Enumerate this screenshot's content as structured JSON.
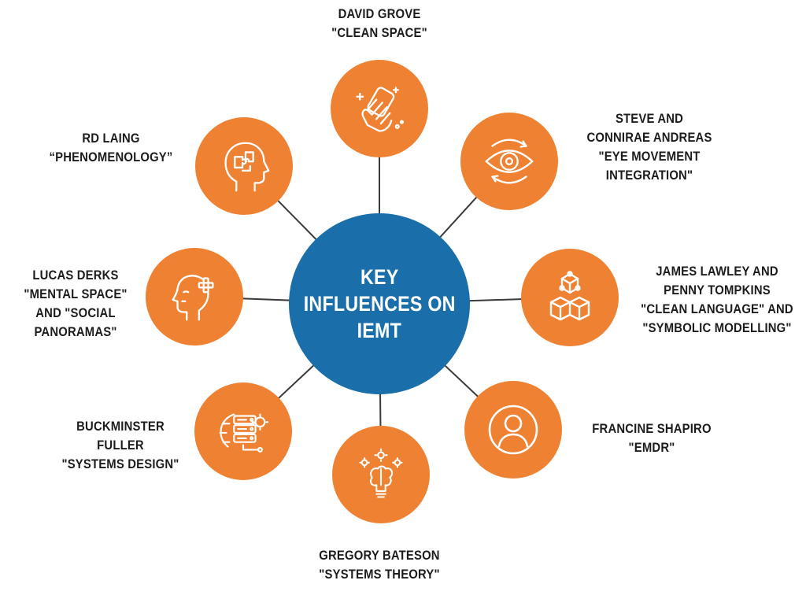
{
  "colors": {
    "center_fill": "#1a6fab",
    "node_fill": "#ee8232",
    "icon_stroke": "#ffffff",
    "connector": "#3a3a3a",
    "text": "#1c1c1c"
  },
  "center": {
    "title_lines": [
      "KEY",
      "INFLUENCES ON",
      "IEMT"
    ]
  },
  "influences": [
    {
      "id": "david-grove",
      "icon": "cleaning-hand-icon",
      "label_lines": [
        "DAVID GROVE",
        "\"CLEAN SPACE\""
      ]
    },
    {
      "id": "steve-connirae-andreas",
      "icon": "eye-icon",
      "label_lines": [
        "STEVE AND",
        "CONNIRAE ANDREAS",
        "\"EYE MOVEMENT",
        "INTEGRATION\""
      ]
    },
    {
      "id": "lawley-tompkins",
      "icon": "cubes-network-icon",
      "label_lines": [
        "JAMES LAWLEY AND",
        "PENNY TOMPKINS",
        "\"CLEAN LANGUAGE\" AND",
        "\"SYMBOLIC MODELLING\""
      ]
    },
    {
      "id": "francine-shapiro",
      "icon": "user-circle-icon",
      "label_lines": [
        "FRANCINE SHAPIRO",
        "\"EMDR\""
      ]
    },
    {
      "id": "gregory-bateson",
      "icon": "brain-gears-icon",
      "label_lines": [
        "GREGORY BATESON",
        "\"SYSTEMS THEORY\""
      ]
    },
    {
      "id": "buckminster-fuller",
      "icon": "system-gear-icon",
      "label_lines": [
        "BUCKMINSTER",
        "FULLER",
        "\"SYSTEMS DESIGN\""
      ]
    },
    {
      "id": "lucas-derks",
      "icon": "head-plus-icon",
      "label_lines": [
        "LUCAS DERKS",
        "\"MENTAL SPACE\"",
        "AND \"SOCIAL",
        "PANORAMAS\""
      ]
    },
    {
      "id": "rd-laing",
      "icon": "head-puzzle-icon",
      "label_lines": [
        "RD LAING",
        "“PHENOMENOLOGY”"
      ]
    }
  ]
}
